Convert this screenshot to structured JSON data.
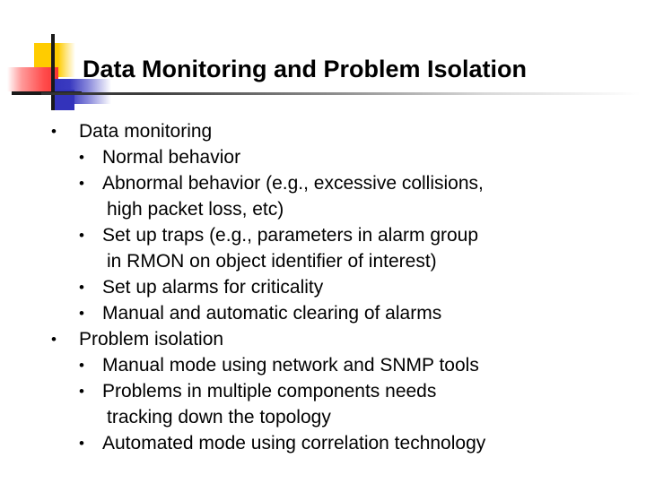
{
  "slide": {
    "title": "Data Monitoring and Problem Isolation",
    "background_color": "#FFFFFF",
    "text_color": "#000000",
    "logo": {
      "name": "decorative-square-mark",
      "yellow": "#FFCC00",
      "red": "#FF4C4C",
      "blue": "#3333BB",
      "line": "#1A1A1A"
    },
    "rule_color": "#333333",
    "bullet_glyph": "•",
    "content": [
      {
        "level": 1,
        "continuation": false,
        "text": "Data monitoring"
      },
      {
        "level": 2,
        "continuation": false,
        "text": "Normal behavior"
      },
      {
        "level": 2,
        "continuation": false,
        "text": "Abnormal behavior (e.g., excessive collisions,"
      },
      {
        "level": 2,
        "continuation": true,
        "text": "high packet loss, etc)"
      },
      {
        "level": 2,
        "continuation": false,
        "text": "Set up traps (e.g., parameters in alarm group"
      },
      {
        "level": 2,
        "continuation": true,
        "text": "in RMON on object identifier of interest)"
      },
      {
        "level": 2,
        "continuation": false,
        "text": "Set up alarms for criticality"
      },
      {
        "level": 2,
        "continuation": false,
        "text": "Manual and automatic clearing of alarms"
      },
      {
        "level": 1,
        "continuation": false,
        "text": "Problem isolation"
      },
      {
        "level": 2,
        "continuation": false,
        "text": "Manual mode using network and SNMP tools"
      },
      {
        "level": 2,
        "continuation": false,
        "text": "Problems in multiple components needs"
      },
      {
        "level": 2,
        "continuation": true,
        "text": "tracking down the topology"
      },
      {
        "level": 2,
        "continuation": false,
        "text": "Automated mode using correlation technology"
      }
    ]
  }
}
